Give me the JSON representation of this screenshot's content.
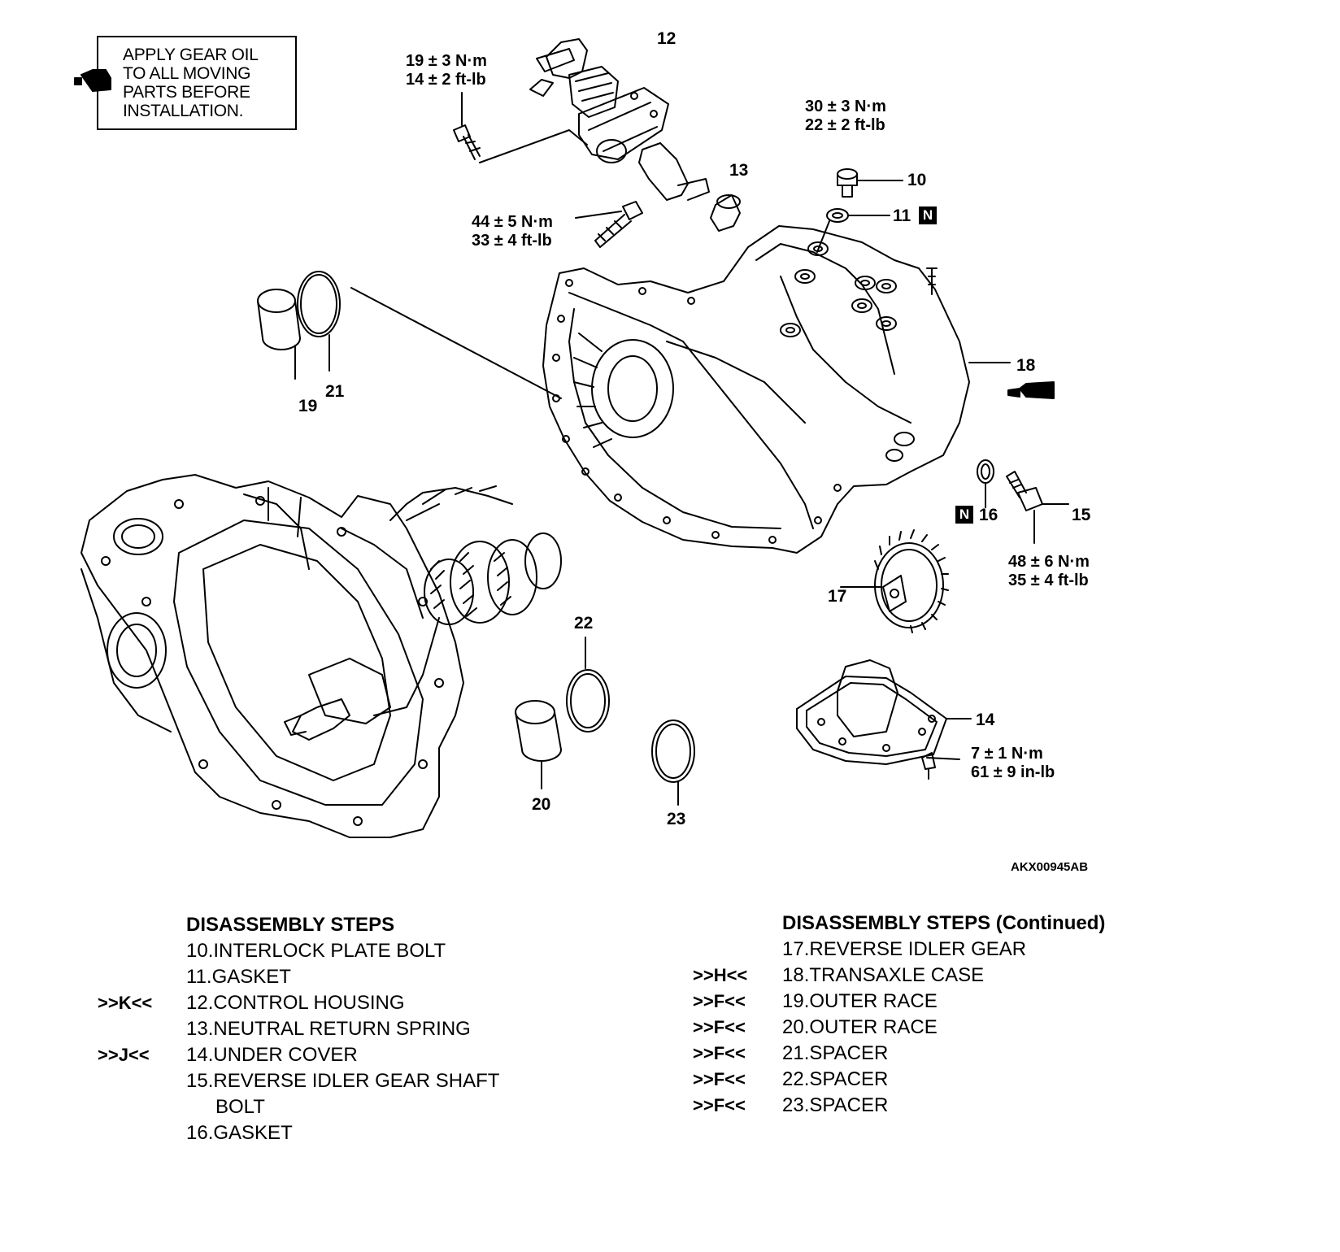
{
  "note": {
    "lines": [
      "APPLY GEAR OIL",
      "TO ALL MOVING",
      "PARTS BEFORE",
      "INSTALLATION."
    ]
  },
  "icons": {
    "gear_oil": "oil-can-icon",
    "sealant": "sealant-tube-icon"
  },
  "callouts": {
    "c10": "10",
    "c11": "11",
    "c12": "12",
    "c13": "13",
    "c14": "14",
    "c15": "15",
    "c16": "16",
    "c17": "17",
    "c18": "18",
    "c19": "19",
    "c20": "20",
    "c21": "21",
    "c22": "22",
    "c23": "23"
  },
  "badges": {
    "new_part": "N"
  },
  "torques": {
    "t12": {
      "nm": "19 ± 3 N·m",
      "ft": "14 ± 2 ft-lb"
    },
    "t10": {
      "nm": "30 ± 3 N·m",
      "ft": "22 ± 2 ft-lb"
    },
    "t_bolt": {
      "nm": "44 ± 5 N·m",
      "ft": "33 ± 4 ft-lb"
    },
    "t15": {
      "nm": "48 ± 6 N·m",
      "ft": "35 ± 4 ft-lb"
    },
    "t14": {
      "nm": "7 ± 1 N·m",
      "ft": "61 ± 9 in-lb"
    }
  },
  "figure_code": "AKX00945AB",
  "steps_left": {
    "title": "DISASSEMBLY STEPS",
    "items": [
      {
        "tag": "",
        "text": "10.INTERLOCK PLATE BOLT"
      },
      {
        "tag": "",
        "text": "11.GASKET"
      },
      {
        "tag": ">>K<<",
        "text": "12.CONTROL HOUSING"
      },
      {
        "tag": "",
        "text": "13.NEUTRAL RETURN SPRING"
      },
      {
        "tag": ">>J<<",
        "text": "14.UNDER COVER"
      },
      {
        "tag": "",
        "text": "15.REVERSE IDLER GEAR SHAFT"
      },
      {
        "tag": "",
        "text": "BOLT"
      },
      {
        "tag": "",
        "text": "16.GASKET"
      }
    ]
  },
  "steps_right": {
    "title": "DISASSEMBLY STEPS (Continued)",
    "items": [
      {
        "tag": "",
        "text": "17.REVERSE IDLER GEAR"
      },
      {
        "tag": ">>H<<",
        "text": "18.TRANSAXLE CASE"
      },
      {
        "tag": ">>F<<",
        "text": "19.OUTER RACE"
      },
      {
        "tag": ">>F<<",
        "text": "20.OUTER RACE"
      },
      {
        "tag": ">>F<<",
        "text": "21.SPACER"
      },
      {
        "tag": ">>F<<",
        "text": "22.SPACER"
      },
      {
        "tag": ">>F<<",
        "text": "23.SPACER"
      }
    ]
  }
}
